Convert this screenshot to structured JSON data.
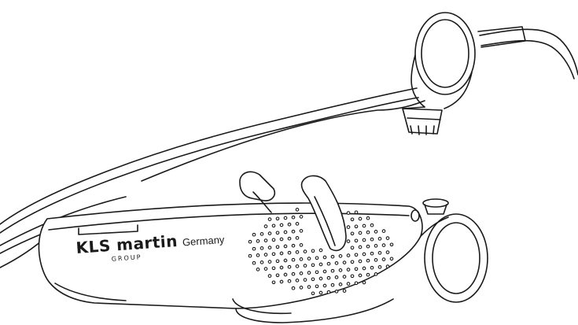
{
  "brand": {
    "name": "KLS martin",
    "country": "Germany",
    "group": "GROUP"
  }
}
